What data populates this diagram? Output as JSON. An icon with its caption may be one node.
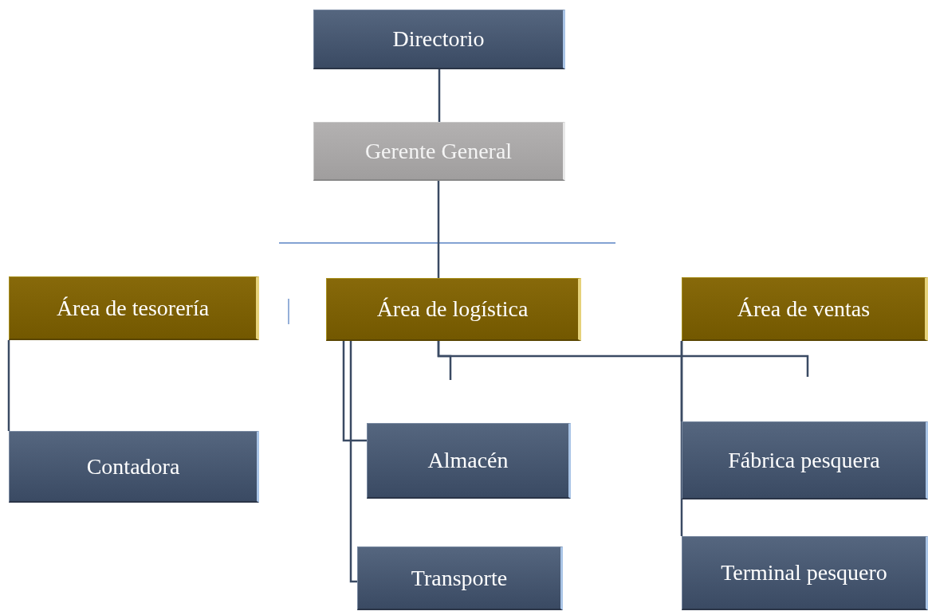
{
  "diagram": {
    "nodes": [
      {
        "text": [
          "Directorio"
        ]
      },
      {
        "text": [
          "Gerente General"
        ]
      },
      {
        "text": [
          "Área de tesorería"
        ]
      },
      {
        "text": [
          "Área de logística"
        ]
      },
      {
        "text": [
          "Área de ventas"
        ]
      },
      {
        "text": [
          "Contadora"
        ]
      },
      {
        "text": [
          "Almacén"
        ]
      },
      {
        "text": [
          "Transporte"
        ]
      },
      {
        "text": [
          "Fábrica pesquera"
        ]
      },
      {
        "text": [
          "Terminal pesquero"
        ]
      }
    ],
    "edges": [
      {
        "from": 0,
        "to": 1,
        "arrow": "none"
      },
      {
        "from": 1,
        "to": 3,
        "arrow": "none"
      },
      {
        "from": 2,
        "to": 5,
        "arrow": "none"
      },
      {
        "from": 3,
        "to": 6,
        "arrow": "none"
      },
      {
        "from": 3,
        "to": 7,
        "arrow": "none"
      },
      {
        "from": 3,
        "to": null,
        "arrow": "none"
      },
      {
        "from": 3,
        "to": null,
        "arrow": "none"
      },
      {
        "from": 4,
        "to": 8,
        "arrow": "none"
      },
      {
        "from": 4,
        "to": 9,
        "arrow": "none"
      }
    ]
  }
}
